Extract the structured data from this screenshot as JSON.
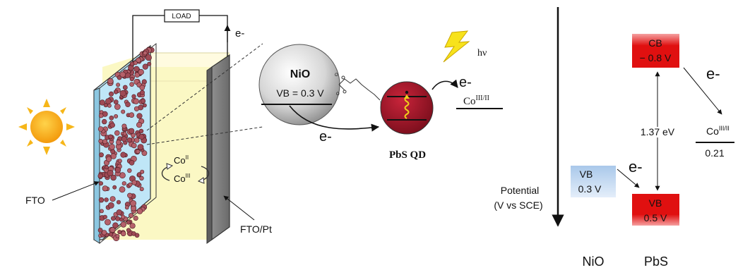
{
  "cell": {
    "load_label": "LOAD",
    "electron_top": "e-",
    "fto_label": "FTO",
    "fto_pt_label": "FTO/Pt",
    "co_ii": {
      "base": "Co",
      "sup": "II"
    },
    "co_iii": {
      "base": "Co",
      "sup": "III"
    }
  },
  "zoom": {
    "nio_title": "NiO",
    "nio_vb": "VB = 0.3 V",
    "electron_to_qd": "e-",
    "qd_label": "PbS QD",
    "hv_label": "hν",
    "electron_from_qd": "e-",
    "co_couple": {
      "base": "Co",
      "sup": "III/II"
    }
  },
  "energy": {
    "potential_label_line1": "Potential",
    "potential_label_line2": "(V vs SCE)",
    "cb_title": "CB",
    "cb_value": "− 0.8 V",
    "gap_label": "1.37 eV",
    "pbs_vb_title": "VB",
    "pbs_vb_value": "0.5 V",
    "nio_vb_title": "VB",
    "nio_vb_value": "0.3 V",
    "electron_cb_to_co": "e-",
    "electron_nio_to_pbs": "e-",
    "co_couple": {
      "base": "Co",
      "sup": "III/II"
    },
    "co_value": "0.21",
    "nio_axis_label": "NiO",
    "pbs_axis_label": "PbS",
    "colors": {
      "cb_red": "#e01010",
      "vb_blue": "#b9d3ee",
      "electrolyte": "#fbf8c4",
      "fto_glass": "#bfe6f7"
    }
  }
}
